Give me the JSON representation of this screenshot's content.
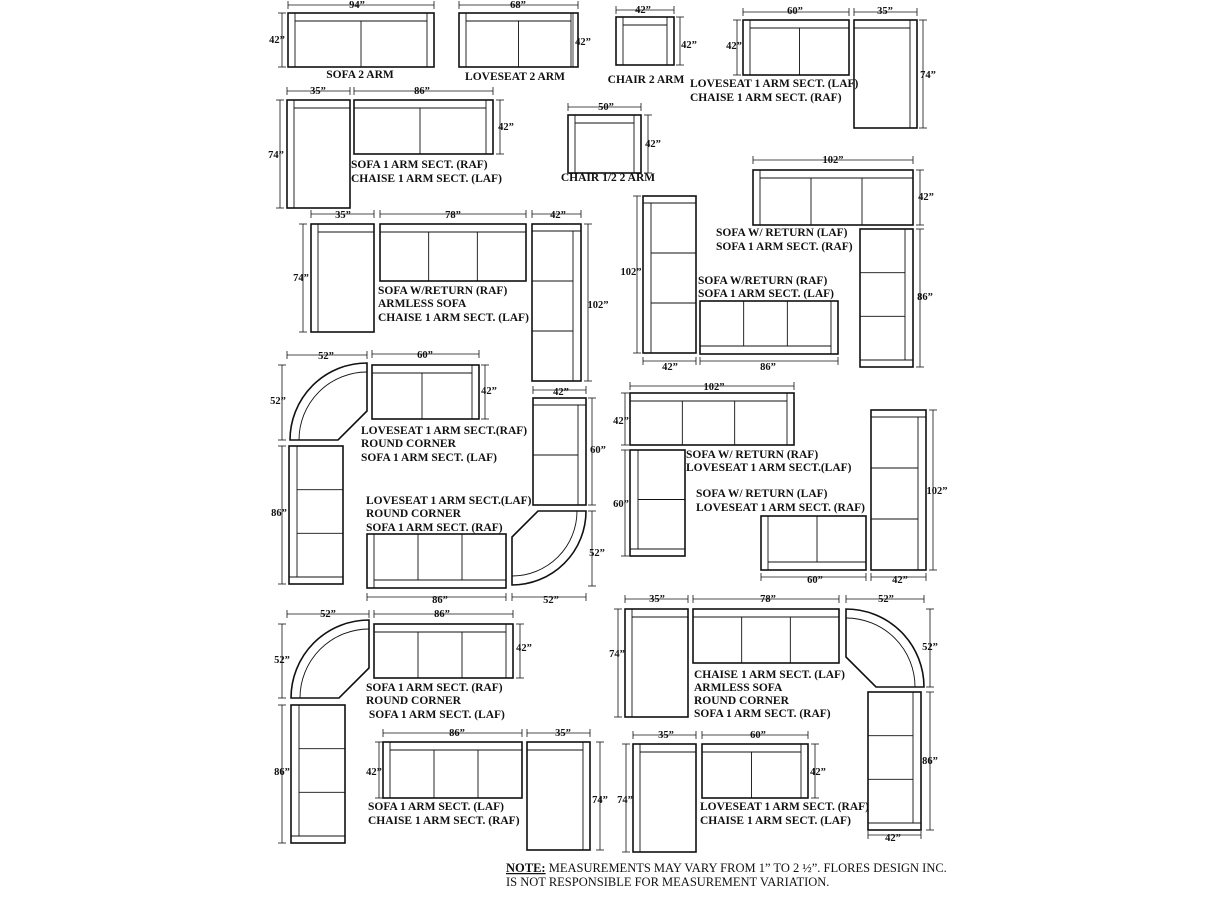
{
  "colors": {
    "ink": "#111111",
    "paper": "#ffffff"
  },
  "pieces": {
    "sofa2": {
      "label": "SOFA 2 ARM",
      "w": "94”",
      "d": "42”"
    },
    "love2": {
      "label": "LOVESEAT 2 ARM",
      "w": "68”",
      "d": "42”"
    },
    "chair2": {
      "label": "CHAIR 2 ARM",
      "w": "42”",
      "d": "42”"
    },
    "chairhalf": {
      "label": "CHAIR 1/2  2 ARM",
      "w": "50”",
      "d": "42”"
    }
  },
  "groups": {
    "g1": {
      "lines": [
        "LOVESEAT 1 ARM SECT. (LAF)",
        "CHAISE 1 ARM SECT. (RAF)"
      ],
      "dims": [
        "60”",
        "35”",
        "42”",
        "74”"
      ]
    },
    "g2": {
      "lines": [
        "SOFA 1 ARM SECT. (RAF)",
        "CHAISE 1 ARM SECT. (LAF)"
      ],
      "dims": [
        "35”",
        "86”",
        "74”",
        "42”"
      ]
    },
    "g3": {
      "lines": [
        "SOFA W/RETURN (RAF)",
        "ARMLESS SOFA",
        "CHAISE 1 ARM SECT. (LAF)"
      ],
      "dims": [
        "35”",
        "78”",
        "42”",
        "74”",
        "102”"
      ]
    },
    "g4": {
      "lines": [
        "SOFA W/ RETURN (LAF)",
        "SOFA 1 ARM SECT. (RAF)"
      ],
      "dims": [
        "102”",
        "42”",
        "86”"
      ]
    },
    "g5": {
      "lines": [
        "SOFA W/RETURN (RAF)",
        "SOFA 1 ARM SECT. (LAF)"
      ],
      "dims": [
        "102”",
        "42”",
        "86”"
      ]
    },
    "g6": {
      "lines": [
        "LOVESEAT 1 ARM SECT.(RAF)",
        "ROUND CORNER",
        "SOFA 1 ARM SECT. (LAF)"
      ],
      "dims": [
        "52”",
        "60”",
        "52”",
        "42”",
        "86”"
      ]
    },
    "g7": {
      "lines": [
        "LOVESEAT 1 ARM SECT.(LAF)",
        "ROUND CORNER",
        "SOFA 1 ARM SECT. (RAF)"
      ],
      "dims": [
        "42”",
        "60”",
        "52”",
        "86”",
        "52”"
      ]
    },
    "g8": {
      "lines": [
        "SOFA W/ RETURN (RAF)",
        "LOVESEAT  1 ARM SECT.(LAF)"
      ],
      "dims": [
        "102”",
        "42”",
        "60”"
      ]
    },
    "g9": {
      "lines": [
        "SOFA  W/ RETURN (LAF)",
        "LOVESEAT 1 ARM SECT. (RAF)"
      ],
      "dims": [
        "102”",
        "60”",
        "42”"
      ]
    },
    "g10": {
      "lines": [
        "SOFA 1 ARM SECT. (RAF)",
        "ROUND CORNER",
        " SOFA 1 ARM SECT. (LAF)"
      ],
      "dims": [
        "52”",
        "86”",
        "52”",
        "42”",
        "86”"
      ]
    },
    "g11": {
      "lines": [
        "CHAISE 1 ARM SECT. (LAF)",
        "ARMLESS SOFA",
        "ROUND CORNER",
        "SOFA 1 ARM SECT. (RAF)"
      ],
      "dims": [
        "35”",
        "78”",
        "52”",
        "74”",
        "52”",
        "86”",
        "42”"
      ]
    },
    "g12": {
      "lines": [
        "SOFA 1 ARM SECT. (LAF)",
        "CHAISE 1 ARM SECT. (RAF)"
      ],
      "dims": [
        "86”",
        "35”",
        "42”",
        "74”"
      ]
    },
    "g13": {
      "lines": [
        "LOVESEAT 1 ARM SECT. (RAF)",
        "CHAISE 1 ARM SECT. (LAF)"
      ],
      "dims": [
        "35”",
        "60”",
        "74”",
        "42”"
      ]
    }
  },
  "note": {
    "label": "NOTE:",
    "line1": " MEASUREMENTS MAY VARY FROM 1” TO 2 ½”. FLORES DESIGN INC.",
    "line2": "IS NOT RESPONSIBLE FOR MEASUREMENT VARIATION."
  }
}
